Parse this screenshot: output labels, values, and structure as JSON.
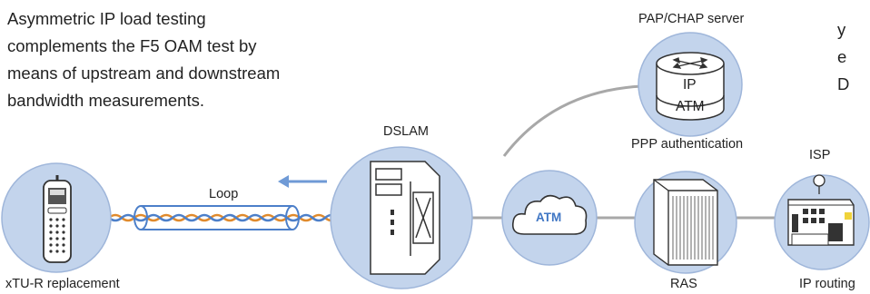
{
  "intro": {
    "line1": "Asymmetric IP load testing",
    "line2": "complements the F5 OAM test by",
    "line3": "means of upstream and downstream",
    "line4": "bandwidth measurements."
  },
  "cut_text": {
    "line1": "y",
    "line2": "e",
    "line3": "D"
  },
  "labels": {
    "server": "PAP/CHAP server",
    "ppp": "PPP authentication",
    "dslam": "DSLAM",
    "isp": "ISP",
    "loop": "Loop",
    "xtu": "xTU-R replacement",
    "ras": "RAS",
    "iprouting": "IP routing",
    "atm": "ATM",
    "ip": "IP",
    "atm_layer": "ATM"
  },
  "colors": {
    "node_fill": "#c3d4ec",
    "node_stroke": "#9fb6da",
    "connector": "#a8a8a8",
    "atm_text": "#3f76c4",
    "arrow": "#6f9ad6",
    "cable_orange": "#e08a2c",
    "cable_blue": "#4c7fc9"
  }
}
